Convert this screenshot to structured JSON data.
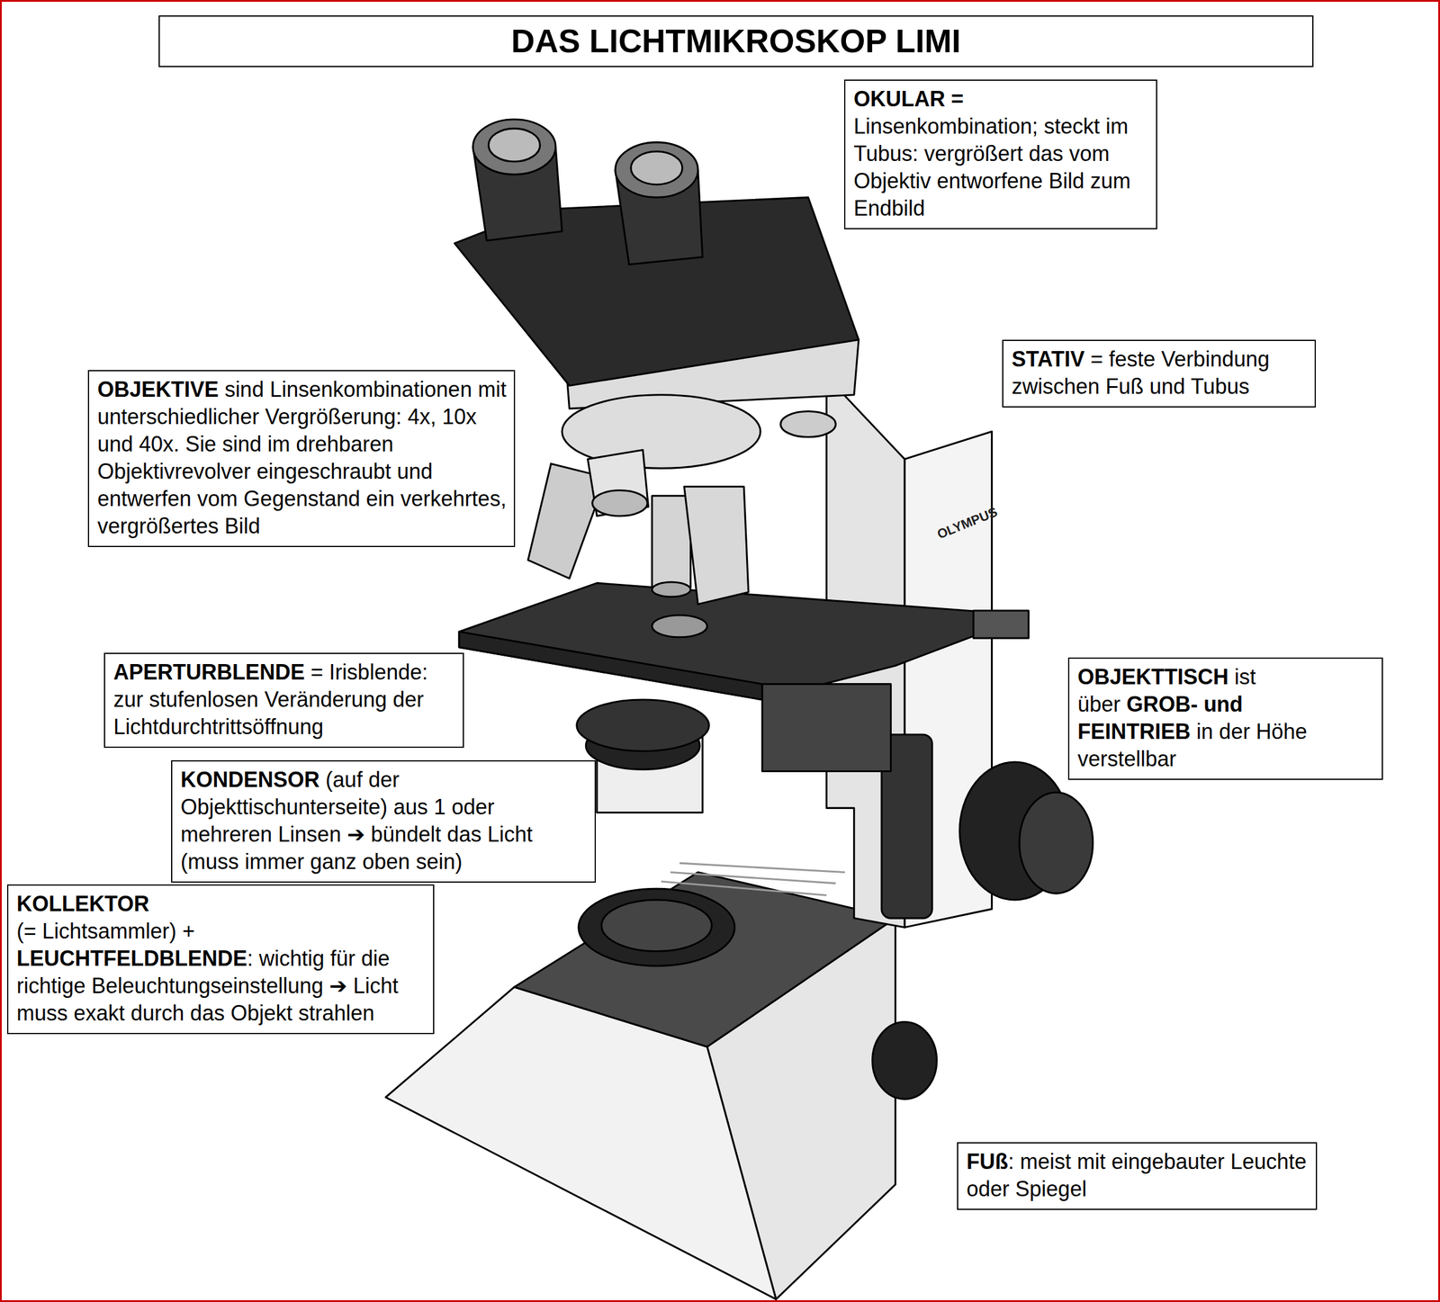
{
  "diagram": {
    "title": "DAS LICHTMIKROSKOP LIMI",
    "nodes": [
      {
        "text": [
          "OKULAR =",
          "Linsenkombination; steckt im Tubus: vergrößert das vom Objektiv entworfene Bild zum Endbild"
        ]
      },
      {
        "text": [
          "STATIV",
          "= feste Verbindung zwischen Fuß und Tubus"
        ]
      },
      {
        "text": [
          "OBJEKTIVE",
          "sind Linsenkombinationen mit unterschiedlicher Vergrößerung: 4x, 10x und 40x. Sie sind im drehbaren Objektivrevolver eingeschraubt und entwerfen vom Gegenstand ein verkehrtes, vergrößertes Bild"
        ]
      },
      {
        "text": [
          "APERTURBLENDE",
          "= Irisblende: zur stufenlosen Veränderung der Lichtdurchtrittsöffnung"
        ]
      },
      {
        "text": [
          "OBJEKTTISCH",
          "ist über",
          "GROB- und FEINTRIEB",
          "in der Höhe verstellbar"
        ]
      },
      {
        "text": [
          "KONDENSOR",
          "(auf der Objekttischunterseite) aus 1 oder mehreren Linsen ➔ bündelt das Licht (muss immer ganz oben sein)"
        ]
      },
      {
        "text": [
          "KOLLEKTOR",
          "(= Lichtsammler) +",
          "LEUCHTFELDBLENDE",
          ": wichtig für die richtige Beleuchtungseinstellung ➔ Licht muss exakt durch das Objekt strahlen"
        ]
      },
      {
        "text": [
          "FUß",
          ": meist mit eingebauter Leuchte oder Spiegel"
        ]
      }
    ],
    "labels": [
      "OLYMPUS"
    ]
  }
}
